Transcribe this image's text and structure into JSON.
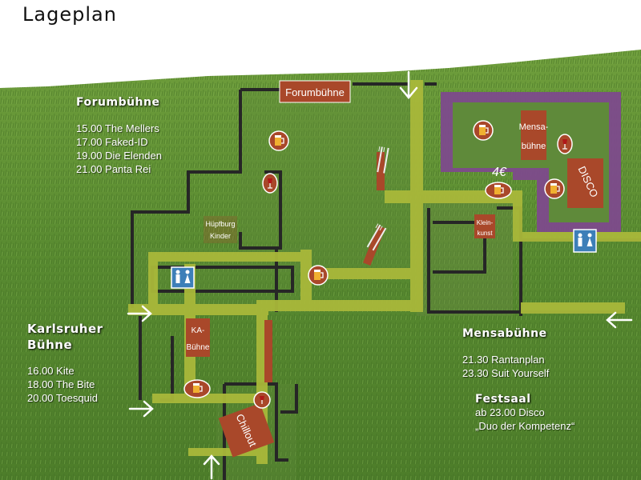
{
  "map_title": "Lageplan",
  "places": {
    "forumbuehne_sign": "Forumbühne",
    "mensabuehne_sign": [
      "Mensa-",
      "bühne"
    ],
    "disco_sign": "DISCO",
    "kleinkunst_sign": [
      "Klein-",
      "kunst"
    ],
    "hupfburg": [
      "Hüpfburg",
      "Kinder"
    ],
    "ka_buehne_sign": [
      "KA-",
      "Bühne"
    ],
    "chillout_sign": "Chillout",
    "price_label": "4€"
  },
  "forumbuehne": {
    "heading": "Forumbühne",
    "lineup": [
      "15.00 The Mellers",
      "17.00 Faked-ID",
      "19.00 Die Elenden",
      "21.00 Panta Rei"
    ]
  },
  "karlsruher": {
    "heading": [
      "Karlsruher",
      "Bühne"
    ],
    "lineup": [
      "16.00 Kite",
      "18.00 The Bite",
      "20.00 Toesquid"
    ]
  },
  "mensabuehne": {
    "heading": "Mensabühne",
    "lineup": [
      "21.30 Rantanplan",
      "23.30 Suit Yourself"
    ]
  },
  "festsaal": {
    "heading": "Festsaal",
    "lines": [
      "ab 23.00 Disco",
      "„Duo der Kompetenz“"
    ]
  },
  "icons": [
    "arrow-icon",
    "beer-icon",
    "wine-icon",
    "cutlery-icon",
    "toilet-icon"
  ],
  "colors": {
    "grass": "#5a8a34",
    "path": "#a9b83a",
    "stage_sign": "#a9482a",
    "disco_area": "#7d4a8c",
    "wall": "#2a2a2a"
  }
}
